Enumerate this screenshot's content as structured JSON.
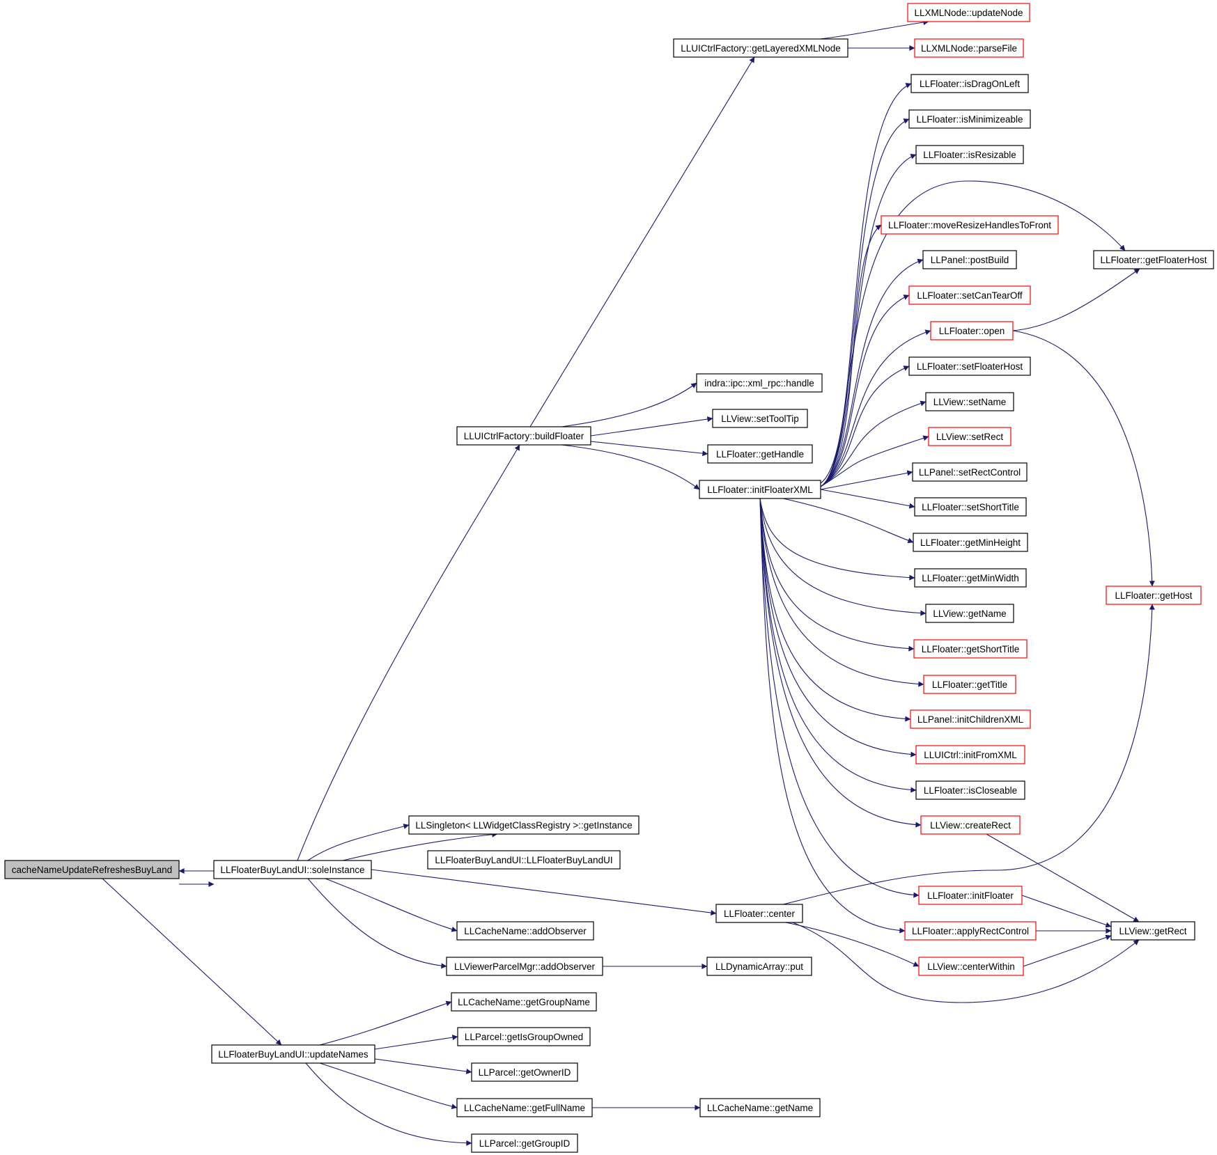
{
  "diagram": {
    "type": "call-graph",
    "colors": {
      "edge": "#191970",
      "node_border": "#000000",
      "truncated_node_border": "#ff0000",
      "root_fill": "#bfbfbf",
      "node_fill": "#ffffff"
    },
    "nodes": [
      {
        "id": "root",
        "label": "cacheNameUpdateRefreshesBuyLand",
        "style": "root"
      },
      {
        "id": "soleInstance",
        "label": "LLFloaterBuyLandUI::soleInstance",
        "style": "normal"
      },
      {
        "id": "updateNames",
        "label": "LLFloaterBuyLandUI::updateNames",
        "style": "normal"
      },
      {
        "id": "buildFloater",
        "label": "LLUICtrlFactory::buildFloater",
        "style": "normal"
      },
      {
        "id": "getLayeredXMLNode",
        "label": "LLUICtrlFactory::getLayeredXMLNode",
        "style": "normal"
      },
      {
        "id": "updateNode",
        "label": "LLXMLNode::updateNode",
        "style": "truncated"
      },
      {
        "id": "parseFile",
        "label": "LLXMLNode::parseFile",
        "style": "truncated"
      },
      {
        "id": "isDragOnLeft",
        "label": "LLFloater::isDragOnLeft",
        "style": "normal"
      },
      {
        "id": "isMinimizeable",
        "label": "LLFloater::isMinimizeable",
        "style": "normal"
      },
      {
        "id": "isResizable",
        "label": "LLFloater::isResizable",
        "style": "normal"
      },
      {
        "id": "moveResize",
        "label": "LLFloater::moveResizeHandlesToFront",
        "style": "truncated"
      },
      {
        "id": "postBuild",
        "label": "LLPanel::postBuild",
        "style": "normal"
      },
      {
        "id": "setCanTearOff",
        "label": "LLFloater::setCanTearOff",
        "style": "truncated"
      },
      {
        "id": "open",
        "label": "LLFloater::open",
        "style": "truncated"
      },
      {
        "id": "setFloaterHost",
        "label": "LLFloater::setFloaterHost",
        "style": "normal"
      },
      {
        "id": "setName",
        "label": "LLView::setName",
        "style": "normal"
      },
      {
        "id": "setRect",
        "label": "LLView::setRect",
        "style": "truncated"
      },
      {
        "id": "setRectControl",
        "label": "LLPanel::setRectControl",
        "style": "normal"
      },
      {
        "id": "setShortTitle",
        "label": "LLFloater::setShortTitle",
        "style": "normal"
      },
      {
        "id": "getMinHeight",
        "label": "LLFloater::getMinHeight",
        "style": "normal"
      },
      {
        "id": "getMinWidth",
        "label": "LLFloater::getMinWidth",
        "style": "normal"
      },
      {
        "id": "getName",
        "label": "LLView::getName",
        "style": "normal"
      },
      {
        "id": "getShortTitle",
        "label": "LLFloater::getShortTitle",
        "style": "truncated"
      },
      {
        "id": "getTitle",
        "label": "LLFloater::getTitle",
        "style": "truncated"
      },
      {
        "id": "initChildrenXML",
        "label": "LLPanel::initChildrenXML",
        "style": "truncated"
      },
      {
        "id": "initFromXML",
        "label": "LLUICtrl::initFromXML",
        "style": "truncated"
      },
      {
        "id": "isCloseable",
        "label": "LLFloater::isCloseable",
        "style": "normal"
      },
      {
        "id": "createRect",
        "label": "LLView::createRect",
        "style": "truncated"
      },
      {
        "id": "initFloater",
        "label": "LLFloater::initFloater",
        "style": "truncated"
      },
      {
        "id": "applyRectControl",
        "label": "LLFloater::applyRectControl",
        "style": "truncated"
      },
      {
        "id": "centerWithin",
        "label": "LLView::centerWithin",
        "style": "truncated"
      },
      {
        "id": "getFloaterHost",
        "label": "LLFloater::getFloaterHost",
        "style": "normal"
      },
      {
        "id": "getHost",
        "label": "LLFloater::getHost",
        "style": "truncated"
      },
      {
        "id": "getRect",
        "label": "LLView::getRect",
        "style": "normal"
      },
      {
        "id": "xmlrpcHandle",
        "label": "indra::ipc::xml_rpc::handle",
        "style": "normal"
      },
      {
        "id": "setToolTip",
        "label": "LLView::setToolTip",
        "style": "normal"
      },
      {
        "id": "getHandle",
        "label": "LLFloater::getHandle",
        "style": "normal"
      },
      {
        "id": "initFloaterXML",
        "label": "LLFloater::initFloaterXML",
        "style": "normal"
      },
      {
        "id": "getInstance",
        "label": "LLSingleton< LLWidgetClassRegistry >::getInstance",
        "style": "normal"
      },
      {
        "id": "ctor",
        "label": "LLFloaterBuyLandUI::LLFloaterBuyLandUI",
        "style": "normal"
      },
      {
        "id": "center",
        "label": "LLFloater::center",
        "style": "normal"
      },
      {
        "id": "cacheAddObserver",
        "label": "LLCacheName::addObserver",
        "style": "normal"
      },
      {
        "id": "parcelAddObserver",
        "label": "LLViewerParcelMgr::addObserver",
        "style": "normal"
      },
      {
        "id": "put",
        "label": "LLDynamicArray::put",
        "style": "normal"
      },
      {
        "id": "getGroupName",
        "label": "LLCacheName::getGroupName",
        "style": "normal"
      },
      {
        "id": "getIsGroupOwned",
        "label": "LLParcel::getIsGroupOwned",
        "style": "normal"
      },
      {
        "id": "getOwnerID",
        "label": "LLParcel::getOwnerID",
        "style": "normal"
      },
      {
        "id": "getFullName",
        "label": "LLCacheName::getFullName",
        "style": "normal"
      },
      {
        "id": "cacheGetName",
        "label": "LLCacheName::getName",
        "style": "normal"
      },
      {
        "id": "getGroupID",
        "label": "LLParcel::getGroupID",
        "style": "normal"
      }
    ],
    "edges": [
      {
        "from": "root",
        "to": "soleInstance"
      },
      {
        "from": "soleInstance",
        "to": "root"
      },
      {
        "from": "root",
        "to": "updateNames"
      },
      {
        "from": "soleInstance",
        "to": "buildFloater"
      },
      {
        "from": "soleInstance",
        "to": "getInstance"
      },
      {
        "from": "soleInstance",
        "to": "ctor"
      },
      {
        "from": "soleInstance",
        "to": "center"
      },
      {
        "from": "soleInstance",
        "to": "cacheAddObserver"
      },
      {
        "from": "soleInstance",
        "to": "parcelAddObserver"
      },
      {
        "from": "buildFloater",
        "to": "getLayeredXMLNode"
      },
      {
        "from": "buildFloater",
        "to": "xmlrpcHandle"
      },
      {
        "from": "buildFloater",
        "to": "setToolTip"
      },
      {
        "from": "buildFloater",
        "to": "getHandle"
      },
      {
        "from": "buildFloater",
        "to": "initFloaterXML"
      },
      {
        "from": "getLayeredXMLNode",
        "to": "updateNode"
      },
      {
        "from": "getLayeredXMLNode",
        "to": "parseFile"
      },
      {
        "from": "initFloaterXML",
        "to": "isDragOnLeft"
      },
      {
        "from": "initFloaterXML",
        "to": "isMinimizeable"
      },
      {
        "from": "initFloaterXML",
        "to": "isResizable"
      },
      {
        "from": "initFloaterXML",
        "to": "getFloaterHost"
      },
      {
        "from": "initFloaterXML",
        "to": "moveResize"
      },
      {
        "from": "initFloaterXML",
        "to": "postBuild"
      },
      {
        "from": "initFloaterXML",
        "to": "setCanTearOff"
      },
      {
        "from": "initFloaterXML",
        "to": "open"
      },
      {
        "from": "initFloaterXML",
        "to": "setFloaterHost"
      },
      {
        "from": "initFloaterXML",
        "to": "setName"
      },
      {
        "from": "initFloaterXML",
        "to": "setRect"
      },
      {
        "from": "initFloaterXML",
        "to": "setRectControl"
      },
      {
        "from": "initFloaterXML",
        "to": "setShortTitle"
      },
      {
        "from": "initFloaterXML",
        "to": "getMinHeight"
      },
      {
        "from": "initFloaterXML",
        "to": "getMinWidth"
      },
      {
        "from": "initFloaterXML",
        "to": "getName"
      },
      {
        "from": "initFloaterXML",
        "to": "getShortTitle"
      },
      {
        "from": "initFloaterXML",
        "to": "getTitle"
      },
      {
        "from": "initFloaterXML",
        "to": "initChildrenXML"
      },
      {
        "from": "initFloaterXML",
        "to": "initFromXML"
      },
      {
        "from": "initFloaterXML",
        "to": "isCloseable"
      },
      {
        "from": "initFloaterXML",
        "to": "createRect"
      },
      {
        "from": "initFloaterXML",
        "to": "initFloater"
      },
      {
        "from": "initFloaterXML",
        "to": "applyRectControl"
      },
      {
        "from": "open",
        "to": "getFloaterHost"
      },
      {
        "from": "open",
        "to": "getHost"
      },
      {
        "from": "createRect",
        "to": "getRect"
      },
      {
        "from": "initFloater",
        "to": "getRect"
      },
      {
        "from": "applyRectControl",
        "to": "getRect"
      },
      {
        "from": "centerWithin",
        "to": "getRect"
      },
      {
        "from": "center",
        "to": "getHost"
      },
      {
        "from": "center",
        "to": "centerWithin"
      },
      {
        "from": "center",
        "to": "getRect"
      },
      {
        "from": "parcelAddObserver",
        "to": "put"
      },
      {
        "from": "updateNames",
        "to": "getGroupName"
      },
      {
        "from": "updateNames",
        "to": "getIsGroupOwned"
      },
      {
        "from": "updateNames",
        "to": "getOwnerID"
      },
      {
        "from": "updateNames",
        "to": "getFullName"
      },
      {
        "from": "updateNames",
        "to": "getGroupID"
      },
      {
        "from": "getFullName",
        "to": "cacheGetName"
      }
    ]
  }
}
